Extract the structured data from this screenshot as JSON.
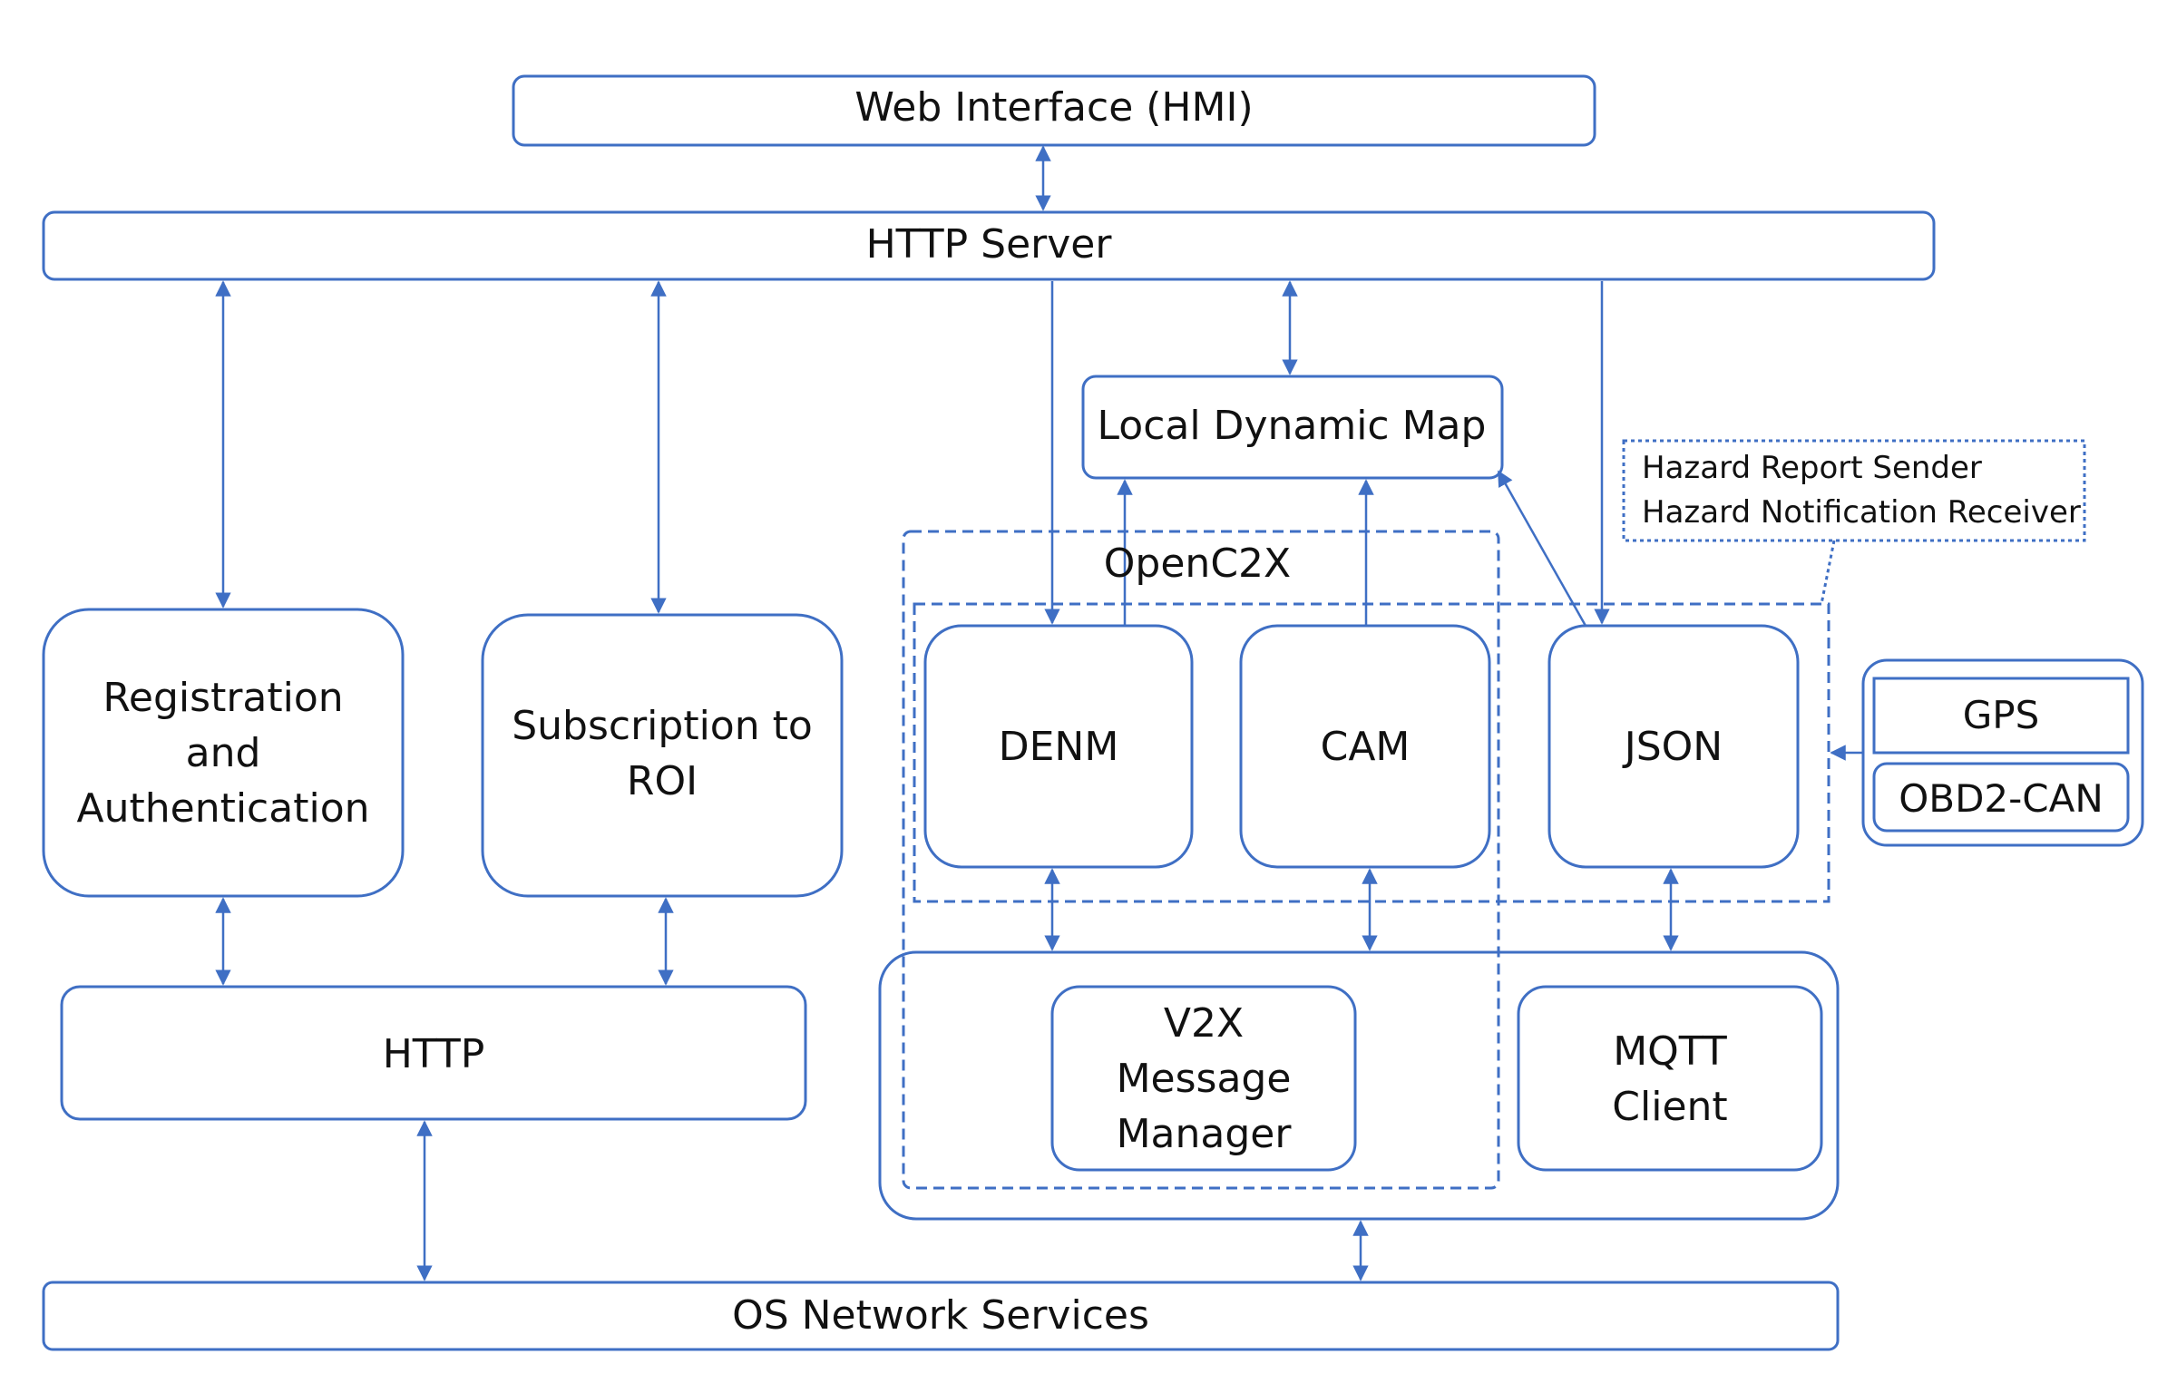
{
  "colors": {
    "stroke": "#3f6fc4",
    "text": "#111111",
    "background": "#ffffff"
  },
  "boxes": {
    "web_interface": "Web Interface (HMI)",
    "http_server": "HTTP Server",
    "local_dynamic_map": "Local Dynamic Map",
    "registration": [
      "Registration",
      "and",
      "Authentication"
    ],
    "subscription": [
      "Subscription to",
      "ROI"
    ],
    "denm": "DENM",
    "cam": "CAM",
    "json": "JSON",
    "gps": "GPS",
    "obd2_can": "OBD2-CAN",
    "http": "HTTP",
    "v2x_manager": [
      "V2X",
      "Message",
      "Manager"
    ],
    "mqtt_client": [
      "MQTT",
      "Client"
    ],
    "os_network": "OS Network Services"
  },
  "groups": {
    "openc2x": "OpenC2X"
  },
  "callout": {
    "line1": "Hazard Report Sender",
    "line2": "Hazard Notification Receiver"
  }
}
